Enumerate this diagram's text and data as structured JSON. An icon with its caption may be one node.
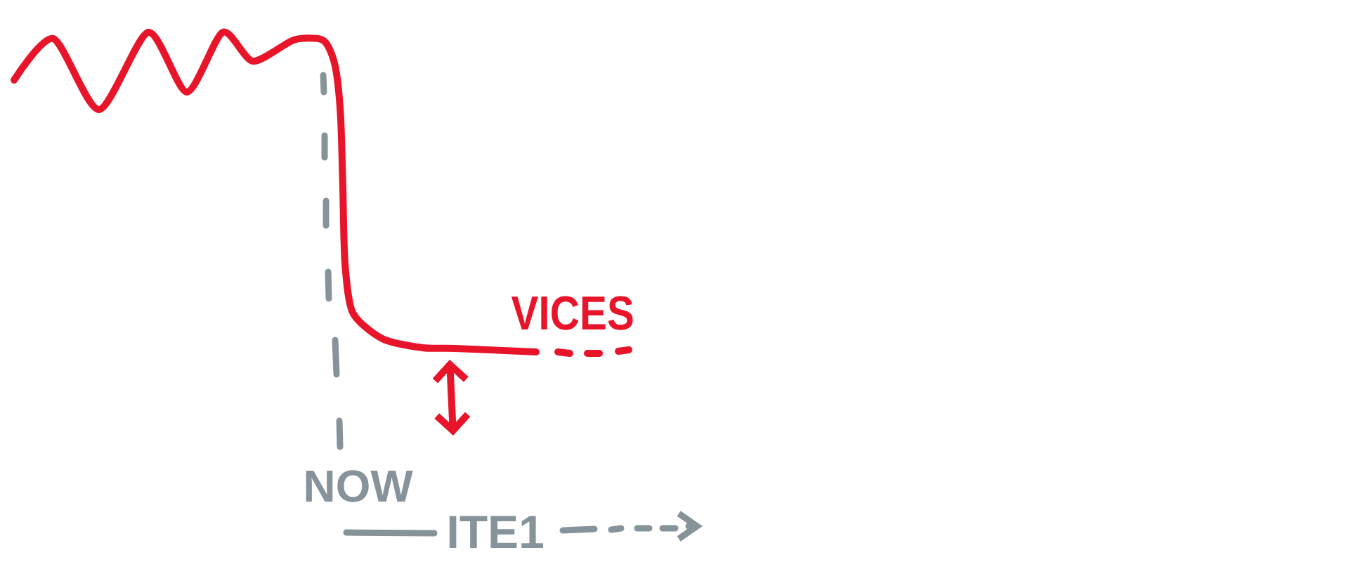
{
  "diagram": {
    "labels": [
      "VICES",
      "NOW",
      "ITE1"
    ]
  }
}
